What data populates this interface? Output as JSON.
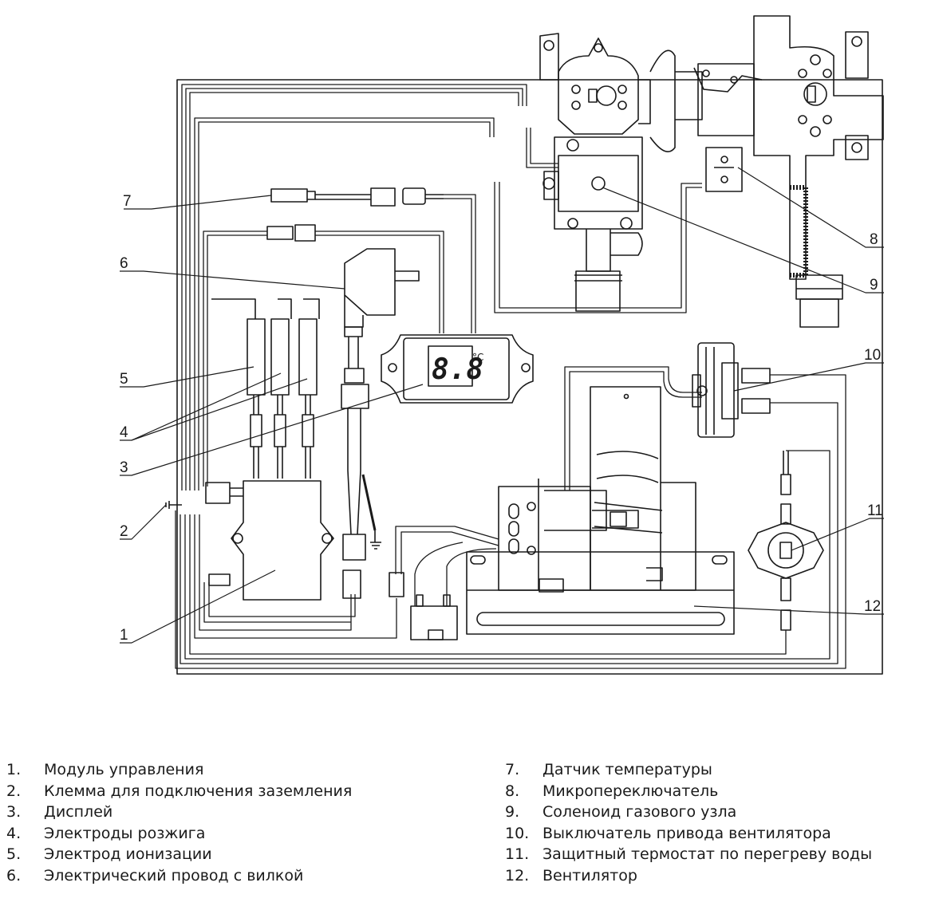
{
  "display_reading": "8.8",
  "display_unit": "°C",
  "callouts": [
    "1",
    "2",
    "3",
    "4",
    "5",
    "6",
    "7",
    "8",
    "9",
    "10",
    "11",
    "12"
  ],
  "legend": [
    {
      "num": "1.",
      "text": "Модуль управления"
    },
    {
      "num": "2.",
      "text": "Клемма для подключения заземления"
    },
    {
      "num": "3.",
      "text": "Дисплей"
    },
    {
      "num": "4.",
      "text": "Электроды розжига"
    },
    {
      "num": "5.",
      "text": "Электрод ионизации"
    },
    {
      "num": "6.",
      "text": "Электрический провод с вилкой"
    },
    {
      "num": "7.",
      "text": "Датчик температуры"
    },
    {
      "num": "8.",
      "text": "Микропереключатель"
    },
    {
      "num": "9.",
      "text": "Соленоид газового узла"
    },
    {
      "num": "10.",
      "text": "Выключатель привода вентилятора"
    },
    {
      "num": "11.",
      "text": "Защитный термостат по перегреву воды"
    },
    {
      "num": "12.",
      "text": "Вентилятор"
    }
  ]
}
